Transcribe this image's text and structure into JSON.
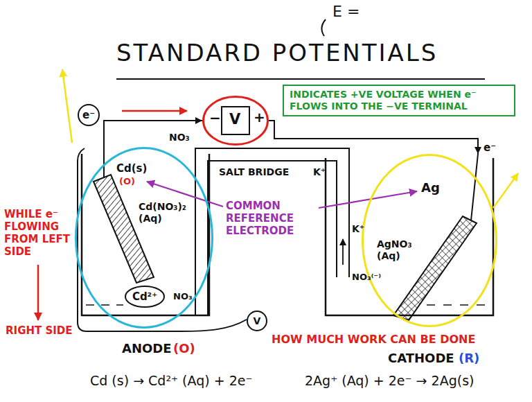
{
  "diagram": {
    "title": "STANDARD POTENTIALS",
    "nodes": [
      {
        "text": [
          "−",
          "V",
          "+"
        ]
      },
      {
        "text": [
          "INDICATES +VE VOLTAGE WHEN e⁻ FLOWS INTO THE −VE TERMINAL"
        ]
      },
      {
        "text": [
          "e⁻"
        ]
      },
      {
        "text": [
          "Cd(s)",
          "Cd(NO₃)₂ (Aq)"
        ]
      },
      {
        "text": [
          "Cd²⁺"
        ],
        "in": 3
      },
      {
        "text": [
          "Ag",
          "AgNO₃ (Aq)"
        ]
      },
      {
        "text": [
          "V"
        ]
      }
    ],
    "edges": [
      {
        "from": 3,
        "to": 0,
        "arrow": "to"
      },
      {
        "from": 0,
        "to": 5,
        "arrow": "to"
      }
    ],
    "labels": [
      "E =",
      "e⁻",
      "WHILE e⁻ FLOWING FROM LEFT SIDE",
      "RIGHT SIDE",
      "(O)",
      "NO₃",
      "SALT BRIDGE",
      "K⁺",
      "NO₃",
      "COMMON REFERENCE ELECTRODE",
      "K⁺",
      "NO₃⁽⁻⁾",
      "HOW MUCH WORK CAN BE DONE",
      "ANODE",
      "(O)",
      "CATHODE",
      "(R)",
      "Cd (s) → Cd²⁺ (Aq) + 2e⁻",
      "2Ag⁺ (Aq) + 2e⁻ → 2Ag(s)"
    ]
  }
}
